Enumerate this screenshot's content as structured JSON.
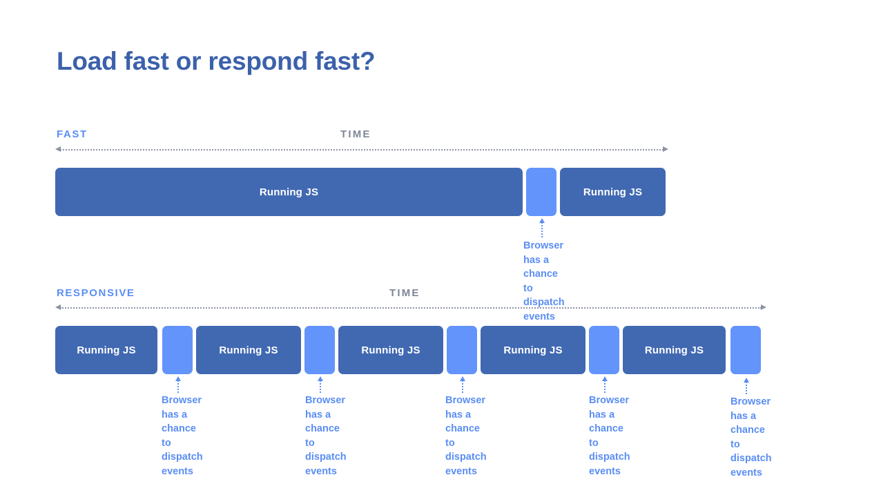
{
  "slide": {
    "title": "Load fast or respond fast?",
    "background": "#ffffff",
    "colors": {
      "title": "#3c61ab",
      "accent_blue": "#5b8ef4",
      "block_js": "#4169b2",
      "block_gap": "#6394fb",
      "axis_gray": "#7d8796"
    }
  },
  "sections": [
    {
      "label": "FAST",
      "time_label": "TIME",
      "blocks": [
        {
          "type": "js",
          "label": "Running JS"
        },
        {
          "type": "gap",
          "label": ""
        },
        {
          "type": "js",
          "label": "Running JS"
        }
      ],
      "callouts": [
        {
          "text": "Browser has a\nchance to\ndispatch events"
        }
      ]
    },
    {
      "label": "RESPONSIVE",
      "time_label": "TIME",
      "blocks": [
        {
          "type": "js",
          "label": "Running JS"
        },
        {
          "type": "gap",
          "label": ""
        },
        {
          "type": "js",
          "label": "Running JS"
        },
        {
          "type": "gap",
          "label": ""
        },
        {
          "type": "js",
          "label": "Running JS"
        },
        {
          "type": "gap",
          "label": ""
        },
        {
          "type": "js",
          "label": "Running JS"
        },
        {
          "type": "gap",
          "label": ""
        },
        {
          "type": "js",
          "label": "Running JS"
        },
        {
          "type": "gap",
          "label": ""
        }
      ],
      "callouts": [
        {
          "text": "Browser has a\nchance to\ndispatch events"
        },
        {
          "text": "Browser has a\nchance to\ndispatch events"
        },
        {
          "text": "Browser has a\nchance to\ndispatch events"
        },
        {
          "text": "Browser has a\nchance to\ndispatch events"
        },
        {
          "text": "Browser has a\nchance to\ndispatch events"
        }
      ]
    }
  ]
}
